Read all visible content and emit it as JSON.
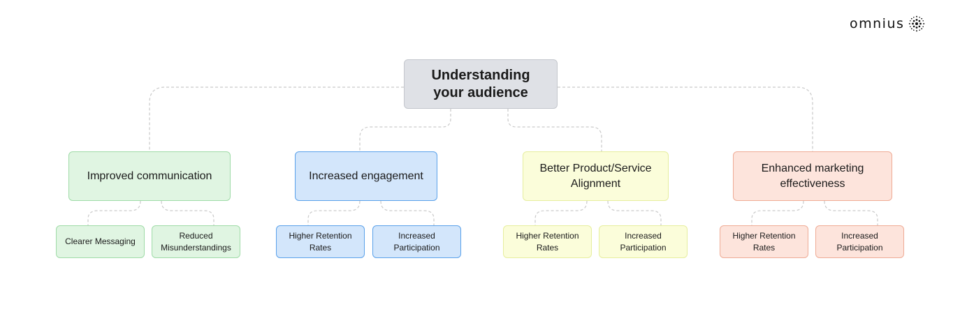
{
  "logo": {
    "text": "omnius",
    "icon": "dotted-sphere-icon"
  },
  "root": {
    "label": "Understanding your audience",
    "line1": "Understanding",
    "line2": "your audience"
  },
  "branches": [
    {
      "label": "Improved communication",
      "color": "green",
      "children": [
        {
          "label": "Clearer Messaging"
        },
        {
          "label": "Reduced Misunderstandings"
        }
      ]
    },
    {
      "label": "Increased engagement",
      "color": "blue",
      "children": [
        {
          "label": "Higher Retention Rates"
        },
        {
          "label": "Increased Participation"
        }
      ]
    },
    {
      "label": "Better Product/Service Alignment",
      "color": "yellow",
      "children": [
        {
          "label": "Higher Retention Rates"
        },
        {
          "label": "Increased Participation"
        }
      ]
    },
    {
      "label": "Enhanced marketing effectiveness",
      "color": "red",
      "children": [
        {
          "label": "Higher Retention Rates"
        },
        {
          "label": "Increased Participation"
        }
      ]
    }
  ],
  "colors": {
    "green": "#e0f5e2",
    "blue": "#d3e6fb",
    "yellow": "#fbfdda",
    "red": "#fde4dc",
    "root": "#dfe1e6",
    "connector": "#c9c9c9"
  }
}
